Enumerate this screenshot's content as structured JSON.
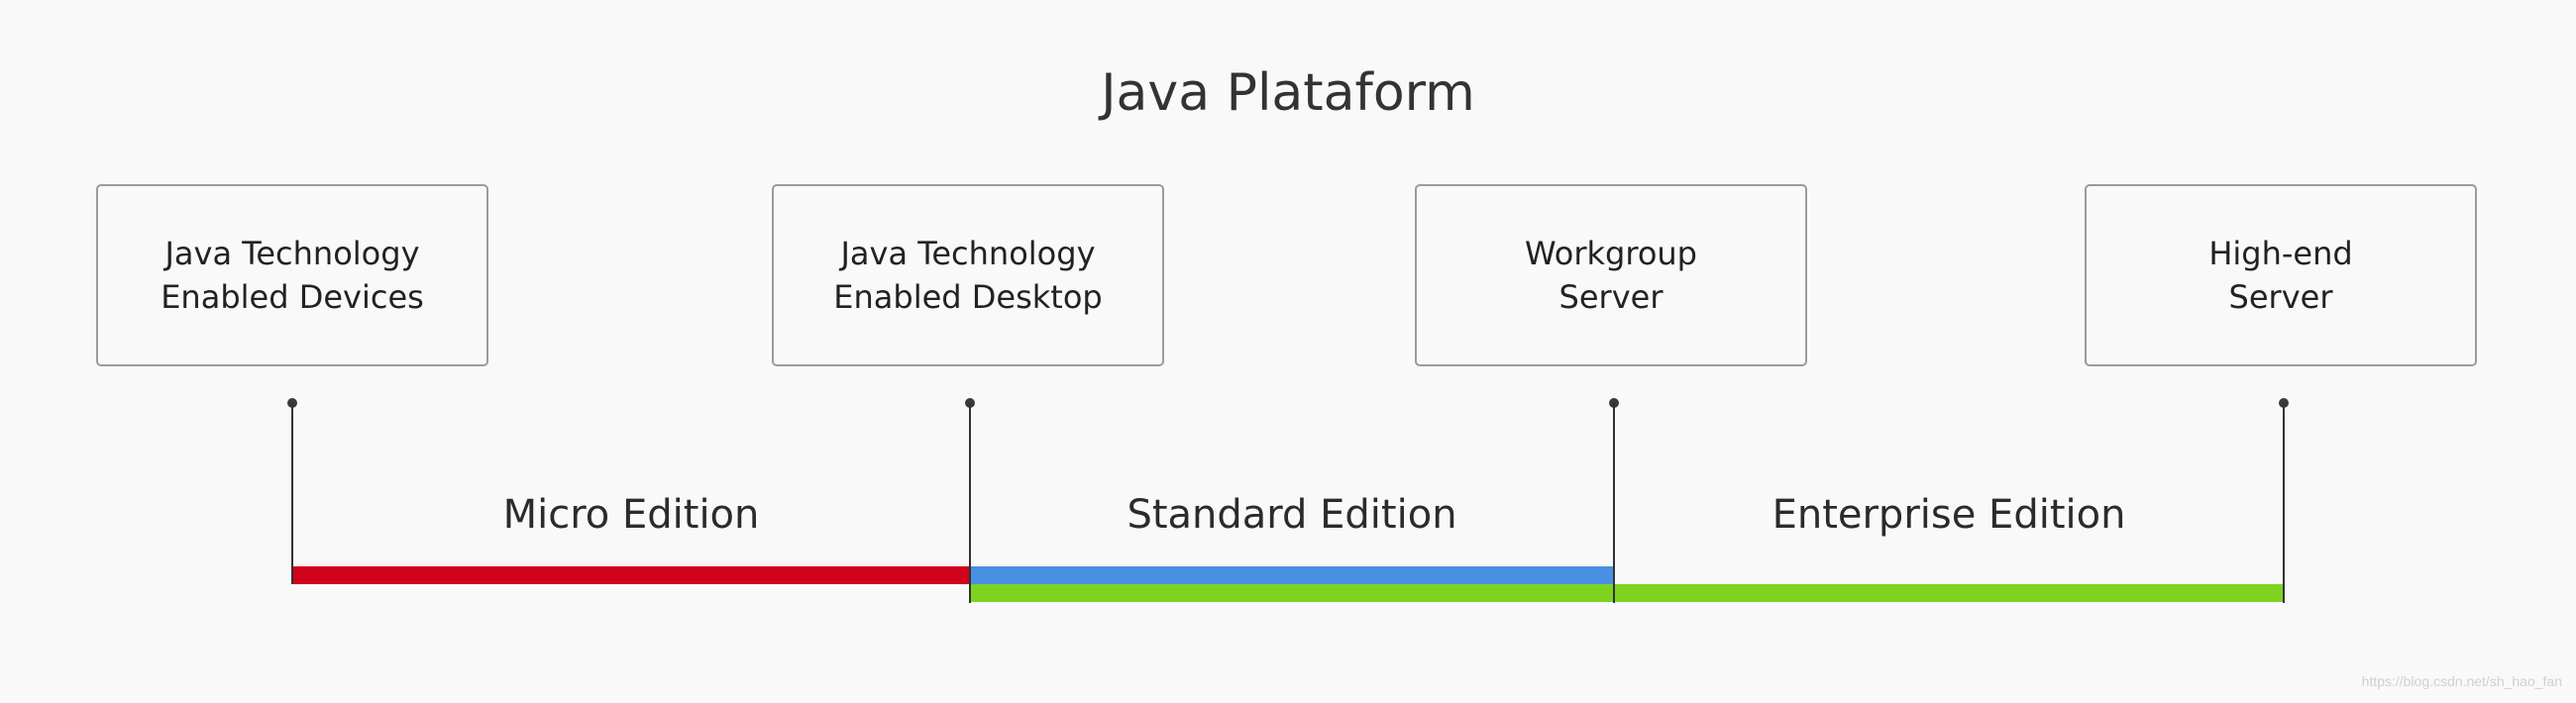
{
  "title": "Java Plataform",
  "devices": [
    {
      "line1": "Java Technology",
      "line2": "Enabled Devices"
    },
    {
      "line1": "Java Technology",
      "line2": "Enabled Desktop"
    },
    {
      "line1": "Workgroup",
      "line2": "Server"
    },
    {
      "line1": "High-end",
      "line2": "Server"
    }
  ],
  "editions": [
    {
      "label": "Micro Edition",
      "color": "#d0021b"
    },
    {
      "label": "Standard Edition",
      "color": "#4a90e2"
    },
    {
      "label": "Enterprise Edition",
      "color": "#7ed321"
    }
  ],
  "watermark": "https://blog.csdn.net/sh_hao_fan"
}
